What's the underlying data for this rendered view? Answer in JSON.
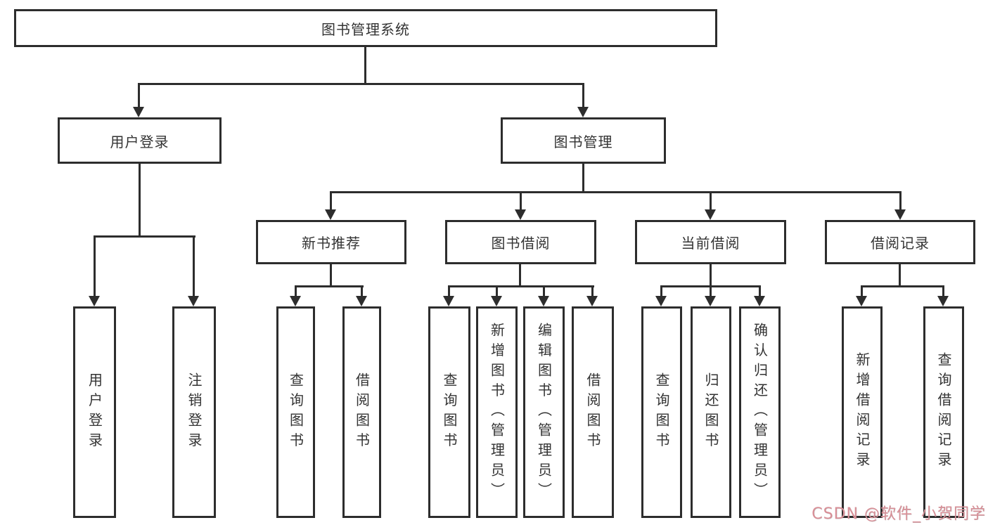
{
  "diagram": {
    "root": {
      "label": "图书管理系统"
    },
    "branches": [
      {
        "label": "用户登录",
        "children": [
          {
            "label": "用户登录"
          },
          {
            "label": "注销登录"
          }
        ]
      },
      {
        "label": "图书管理",
        "children": [
          {
            "label": "新书推荐",
            "children": [
              {
                "label": "查询图书"
              },
              {
                "label": "借阅图书"
              }
            ]
          },
          {
            "label": "图书借阅",
            "children": [
              {
                "label": "查询图书"
              },
              {
                "label": "新增图书（管理员）"
              },
              {
                "label": "编辑图书（管理员）"
              },
              {
                "label": "借阅图书"
              }
            ]
          },
          {
            "label": "当前借阅",
            "children": [
              {
                "label": "查询图书"
              },
              {
                "label": "归还图书"
              },
              {
                "label": "确认归还（管理员）"
              }
            ]
          },
          {
            "label": "借阅记录",
            "children": [
              {
                "label": "新增借阅记录"
              },
              {
                "label": "查询借阅记录"
              }
            ]
          }
        ]
      }
    ]
  },
  "watermark": {
    "text": "CSDN @软件_小贺同学"
  },
  "colors": {
    "line": "#2d2d2d",
    "text": "#333333",
    "background": "#ffffff",
    "watermark": "#d98f97"
  }
}
